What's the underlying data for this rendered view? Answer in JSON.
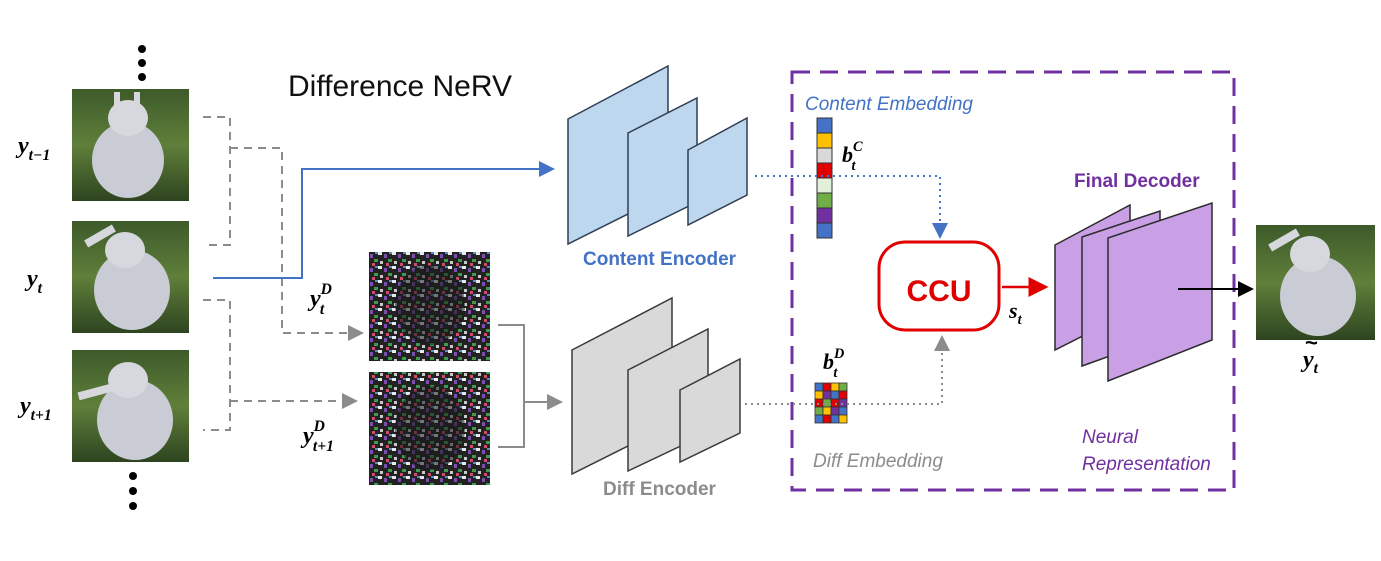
{
  "title": "Difference NeRV",
  "frames": {
    "prev": {
      "base": "y",
      "sub": "t−1"
    },
    "curr": {
      "base": "y",
      "sub": "t"
    },
    "next": {
      "base": "y",
      "sub": "t+1"
    }
  },
  "diff_labels": {
    "d_t": {
      "base": "y",
      "sup": "D",
      "sub": "t"
    },
    "d_t1": {
      "base": "y",
      "sup": "D",
      "sub": "t+1"
    }
  },
  "encoders": {
    "content": "Content Encoder",
    "diff": "Diff Encoder"
  },
  "embeddings": {
    "content_label": "Content Embedding",
    "diff_label": "Diff Embedding",
    "bc": {
      "base": "b",
      "sup": "C",
      "sub": "t"
    },
    "bd": {
      "base": "b",
      "sup": "D",
      "sub": "t"
    }
  },
  "ccu": "CCU",
  "signal": {
    "base": "s",
    "sub": "t"
  },
  "decoder": "Final Decoder",
  "neural_rep_line1": "Neural",
  "neural_rep_line2": "Representation",
  "output": {
    "base": "y",
    "accent": "~",
    "sub": "t"
  },
  "colors": {
    "blue": "#4472C4",
    "gray": "#8C8C8C",
    "purple": "#7030A0",
    "red": "#E00000",
    "content_fill": "#BDD7EE",
    "diff_fill": "#D9D9D9",
    "decoder_fill": "#C9A0E6"
  }
}
